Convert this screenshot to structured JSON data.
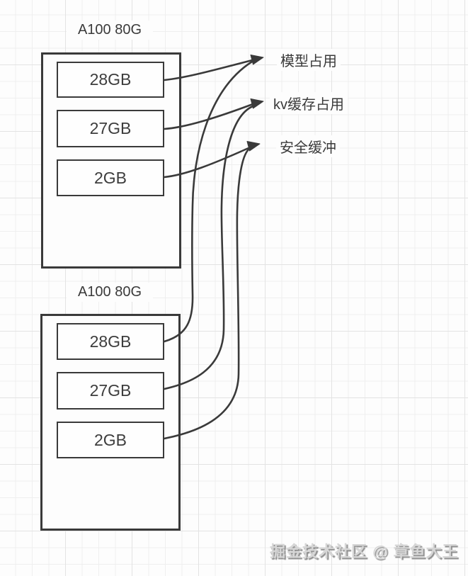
{
  "diagram": {
    "gpus": [
      {
        "title": "A100 80G",
        "blocks": [
          "28GB",
          "27GB",
          "2GB"
        ]
      },
      {
        "title": "A100 80G",
        "blocks": [
          "28GB",
          "27GB",
          "2GB"
        ]
      }
    ],
    "labels": [
      "模型占用",
      "kv缓存占用",
      "安全缓冲"
    ],
    "connections": [
      {
        "label": "模型占用",
        "from_blocks": [
          "gpu1 28GB",
          "gpu2 28GB"
        ]
      },
      {
        "label": "kv缓存占用",
        "from_blocks": [
          "gpu1 27GB",
          "gpu2 27GB"
        ]
      },
      {
        "label": "安全缓冲",
        "from_blocks": [
          "gpu1 2GB",
          "gpu2 2GB"
        ]
      }
    ]
  },
  "watermark": "掘金技术社区 @ 章鱼大王",
  "colors": {
    "stroke": "#3a3a3a",
    "text": "#3d3d3d",
    "background": "#fdfdfd",
    "grid_minor": "#efefef",
    "grid_major": "#e3e3e3",
    "watermark_fill": "#d6d6d6",
    "watermark_shadow": "#8d8d8d"
  }
}
